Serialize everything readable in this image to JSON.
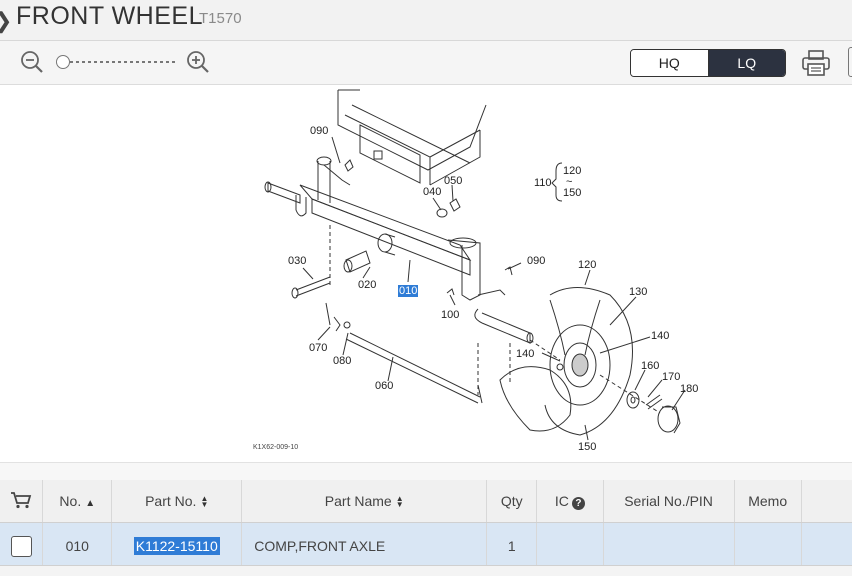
{
  "header": {
    "title": "FRONT WHEEL",
    "model": "T1570"
  },
  "toolbar": {
    "zoom_level": 0,
    "quality": {
      "hq_label": "HQ",
      "lq_label": "LQ",
      "selected": "LQ"
    },
    "colors": {
      "selected_bg": "#2c3240",
      "highlight": "#2f7cd6",
      "row_selected": "#d9e6f4"
    }
  },
  "diagram": {
    "figure_id": "K1X62-009-10",
    "range_label": {
      "prefix": "110",
      "top": "120",
      "tilde": "~",
      "bottom": "150"
    },
    "callouts": {
      "c090a": "090",
      "c050": "050",
      "c040": "040",
      "c030": "030",
      "c020": "020",
      "c010": "010",
      "c100": "100",
      "c090b": "090",
      "c120": "120",
      "c130": "130",
      "c140a": "140",
      "c140b": "140",
      "c070": "070",
      "c080": "080",
      "c060": "060",
      "c160": "160",
      "c170": "170",
      "c180": "180",
      "c150": "150"
    }
  },
  "table": {
    "columns": {
      "cart_icon": "cart-icon",
      "no": "No.",
      "part_no": "Part No.",
      "part_name": "Part Name",
      "qty": "Qty",
      "ic": "IC",
      "serial": "Serial No./PIN",
      "memo": "Memo"
    },
    "rows": [
      {
        "no": "010",
        "part_no": "K1122-15110",
        "part_name": "COMP,FRONT AXLE",
        "qty": "1",
        "ic": "",
        "serial": "",
        "memo": "",
        "checked": false
      }
    ]
  }
}
